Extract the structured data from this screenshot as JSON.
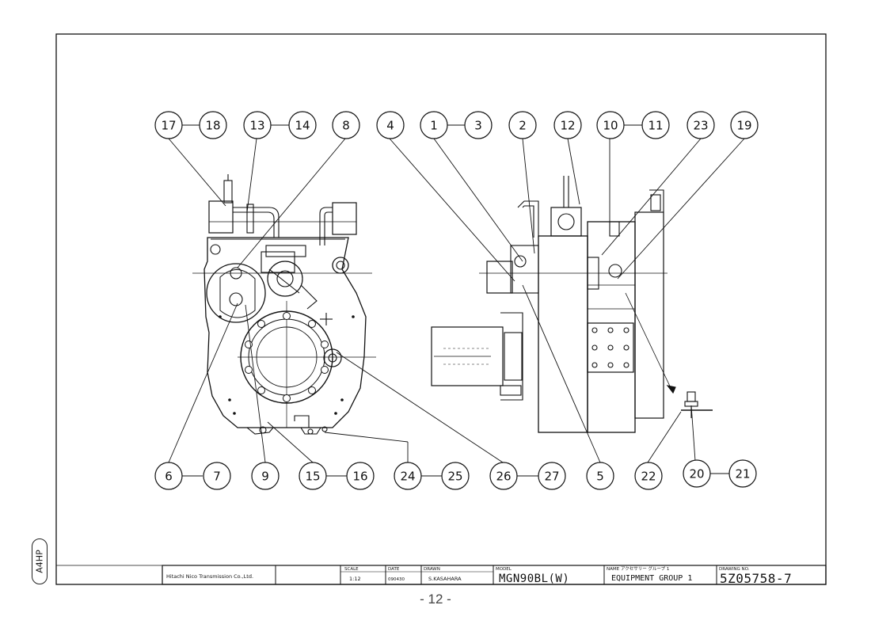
{
  "callouts": {
    "c17": "17",
    "c18": "18",
    "c13": "13",
    "c14": "14",
    "c8": "8",
    "c4": "4",
    "c1": "1",
    "c3": "3",
    "c2": "2",
    "c12": "12",
    "c10": "10",
    "c11": "11",
    "c23": "23",
    "c19": "19",
    "c6": "6",
    "c7": "7",
    "c9": "9",
    "c15": "15",
    "c16": "16",
    "c24": "24",
    "c25": "25",
    "c26": "26",
    "c27": "27",
    "c5": "5",
    "c22": "22",
    "c20": "20",
    "c21": "21"
  },
  "title_block": {
    "company": "Hitachi Nico Transmission Co.,Ltd.",
    "scale_label": "SCALE",
    "scale_value": "1:12",
    "date_label": "DATE",
    "date_value": "090430",
    "drawn_label": "DRAWN",
    "drawn_value": "S.KASAHARA",
    "model_label": "MODEL",
    "model_value": "MGN90BL(W)",
    "name_label": "NAME",
    "name_jp": "アクセサリー グループ 1",
    "name_en": "EQUIPMENT GROUP 1",
    "drawing_no_label": "DRAWING NO.",
    "drawing_no": "5Z05758-7"
  },
  "sheet_tag": "A4HP",
  "page_number": "- 12 -"
}
